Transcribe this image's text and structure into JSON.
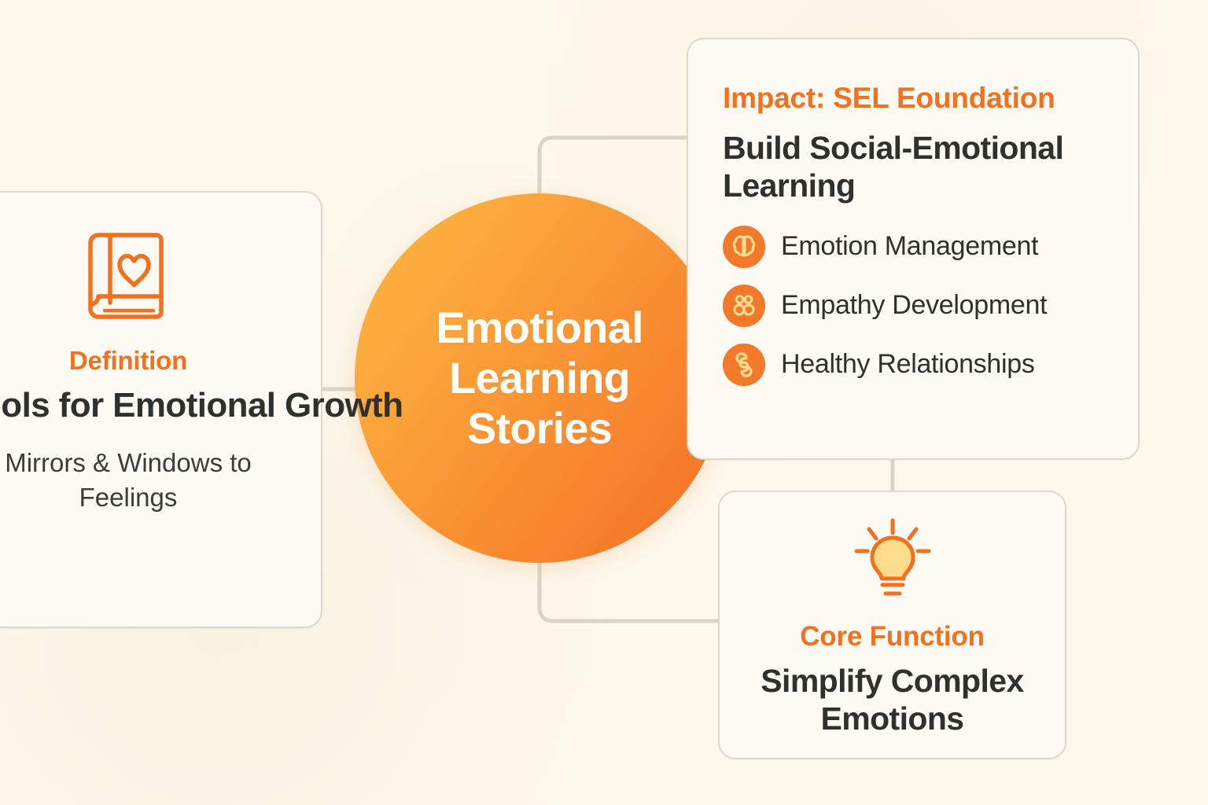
{
  "background_color": "#fdf8ec",
  "accent_color": "#f2701e",
  "text_color": "#2f312e",
  "card_border_color": "#dcd8cd",
  "connector_color": "#d9d4c8",
  "hub": {
    "title": "Emotional Learning Stories",
    "gradient_from": "#fcb740",
    "gradient_to": "#f36f24",
    "text_color": "#fffdf8"
  },
  "cards": {
    "definition": {
      "icon": "book-heart-icon",
      "eyebrow": "Definition",
      "headline": "Tools for Emotional Growth",
      "subline": "Mirrors & Windows to Feelings"
    },
    "impact": {
      "eyebrow": "Impact: SEL Eoundation",
      "headline": "Build Social-Emotional Learning",
      "items": [
        {
          "icon": "brain-icon",
          "label": "Emotion Management"
        },
        {
          "icon": "people-group-icon",
          "label": "Empathy Development"
        },
        {
          "icon": "link-chain-icon",
          "label": "Healthy Relationships"
        }
      ]
    },
    "core_function": {
      "icon": "lightbulb-icon",
      "eyebrow": "Core Function",
      "headline": "Simplify Complex Emotions"
    }
  }
}
